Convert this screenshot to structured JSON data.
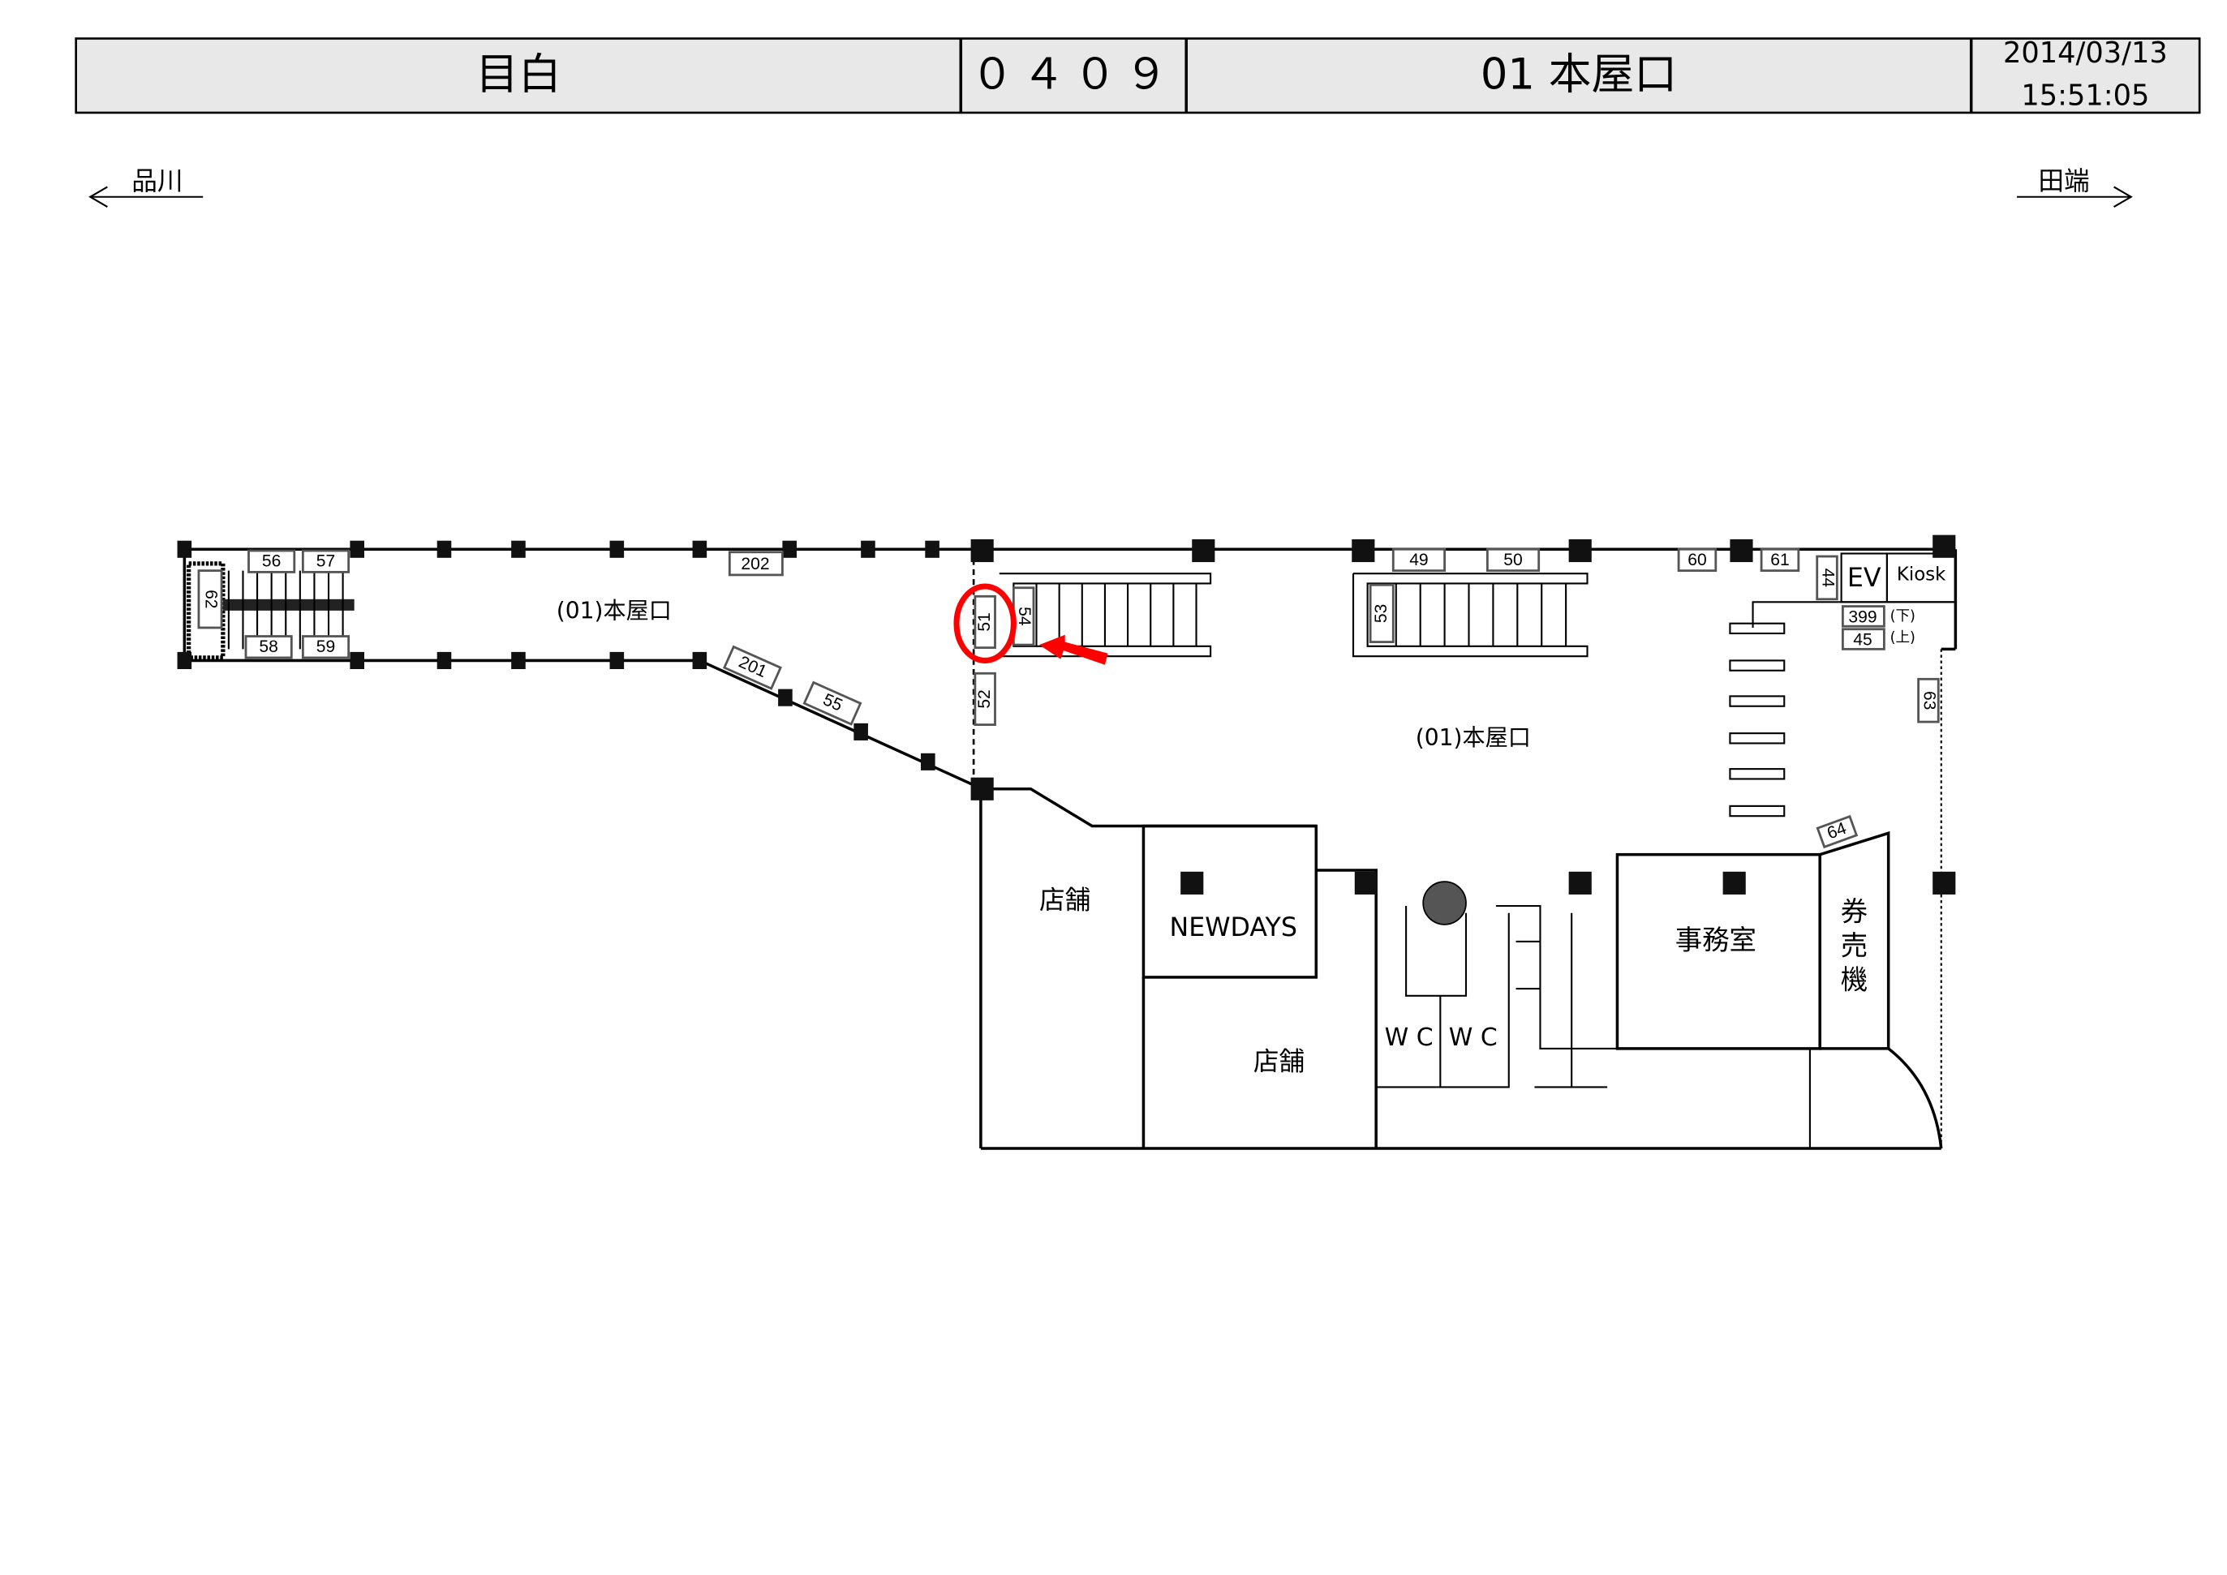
{
  "header": {
    "station": "目白",
    "code": "０４０９",
    "entrance": "01 本屋口",
    "date": "2014/03/13",
    "time": "15:51:05"
  },
  "directions": {
    "left": "品川",
    "right": "田端"
  },
  "areas": {
    "concourse_left": "(01)本屋口",
    "concourse_right": "(01)本屋口",
    "shop_1": "店舗",
    "shop_2": "店舗",
    "newdays": "NEWDAYS",
    "wc_1": "W C",
    "wc_2": "W C",
    "office": "事務室",
    "ticket_machines": [
      "券",
      "売",
      "機"
    ],
    "ev": "EV",
    "kiosk": "Kiosk",
    "down": "(下)",
    "up": "(上)"
  },
  "signs": {
    "s56": "56",
    "s57": "57",
    "s58": "58",
    "s59": "59",
    "s62": "62",
    "s202": "202",
    "s201": "201",
    "s55": "55",
    "s51": "51",
    "s54": "54",
    "s52": "52",
    "s49": "49",
    "s50": "50",
    "s53": "53",
    "s60": "60",
    "s61": "61",
    "s44": "44",
    "s399": "399",
    "s45": "45",
    "s63": "63",
    "s64": "64"
  },
  "highlight": {
    "sign": "51",
    "color": "#ff0000"
  }
}
